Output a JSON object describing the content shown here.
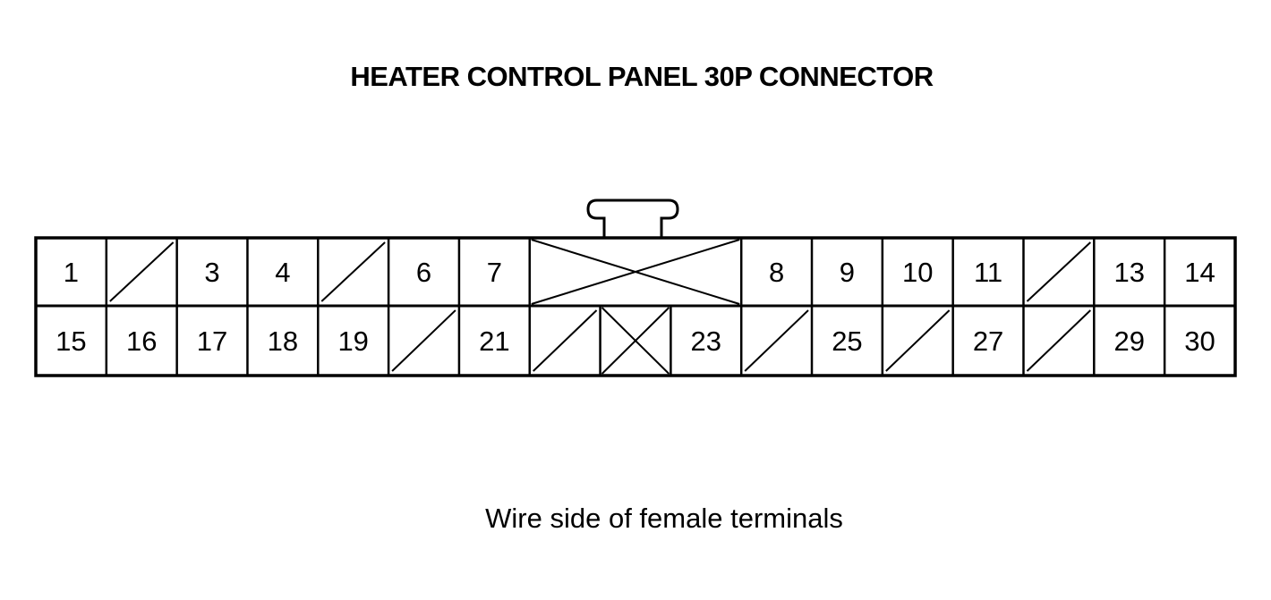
{
  "title": "HEATER CONTROL PANEL 30P CONNECTOR",
  "caption": "Wire side of female terminals",
  "connector": {
    "top_row": [
      {
        "label": "1",
        "span": 1,
        "mark": "none"
      },
      {
        "label": "",
        "span": 1,
        "mark": "slash"
      },
      {
        "label": "3",
        "span": 1,
        "mark": "none"
      },
      {
        "label": "4",
        "span": 1,
        "mark": "none"
      },
      {
        "label": "",
        "span": 1,
        "mark": "slash"
      },
      {
        "label": "6",
        "span": 1,
        "mark": "none"
      },
      {
        "label": "7",
        "span": 1,
        "mark": "none"
      },
      {
        "label": "",
        "span": 3,
        "mark": "cross"
      },
      {
        "label": "8",
        "span": 1,
        "mark": "none"
      },
      {
        "label": "9",
        "span": 1,
        "mark": "none"
      },
      {
        "label": "10",
        "span": 1,
        "mark": "none"
      },
      {
        "label": "11",
        "span": 1,
        "mark": "none"
      },
      {
        "label": "",
        "span": 1,
        "mark": "slash"
      },
      {
        "label": "13",
        "span": 1,
        "mark": "none"
      },
      {
        "label": "14",
        "span": 1,
        "mark": "none"
      }
    ],
    "bottom_row": [
      {
        "label": "15",
        "span": 1,
        "mark": "none"
      },
      {
        "label": "16",
        "span": 1,
        "mark": "none"
      },
      {
        "label": "17",
        "span": 1,
        "mark": "none"
      },
      {
        "label": "18",
        "span": 1,
        "mark": "none"
      },
      {
        "label": "19",
        "span": 1,
        "mark": "none"
      },
      {
        "label": "",
        "span": 1,
        "mark": "slash"
      },
      {
        "label": "21",
        "span": 1,
        "mark": "none"
      },
      {
        "label": "",
        "span": 1,
        "mark": "slash"
      },
      {
        "label": "",
        "span": 1,
        "mark": "cross"
      },
      {
        "label": "23",
        "span": 1,
        "mark": "none"
      },
      {
        "label": "",
        "span": 1,
        "mark": "slash"
      },
      {
        "label": "25",
        "span": 1,
        "mark": "none"
      },
      {
        "label": "",
        "span": 1,
        "mark": "slash"
      },
      {
        "label": "27",
        "span": 1,
        "mark": "none"
      },
      {
        "label": "",
        "span": 1,
        "mark": "slash"
      },
      {
        "label": "29",
        "span": 1,
        "mark": "none"
      },
      {
        "label": "30",
        "span": 1,
        "mark": "none"
      }
    ]
  }
}
